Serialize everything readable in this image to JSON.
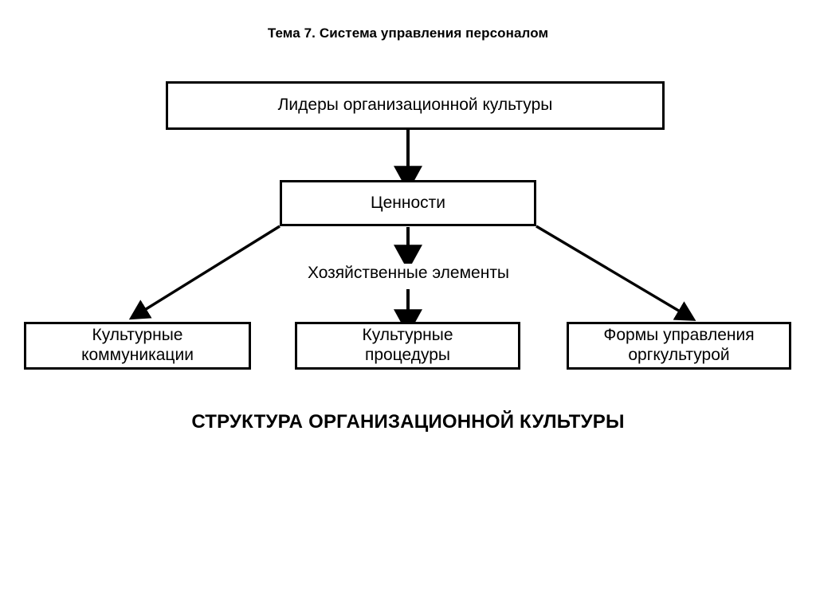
{
  "slide": {
    "title": "Тема 7. Система управления персоналом",
    "caption": "СТРУКТУРА ОРГАНИЗАЦИОННОЙ КУЛЬТУРЫ",
    "background_color": "#ffffff",
    "line_color": "#000000",
    "text_color": "#000000"
  },
  "diagram": {
    "nodes": [
      {
        "id": "leaders",
        "label": "Лидеры организационной культуры"
      },
      {
        "id": "values",
        "label": "Ценности"
      },
      {
        "id": "mid_label",
        "label": "Хозяйственные элементы"
      },
      {
        "id": "communications",
        "label": "Культурные\nкоммуникации"
      },
      {
        "id": "procedures",
        "label": "Культурные\nпроцедуры"
      },
      {
        "id": "forms",
        "label": "Формы управления\nоргкультурой"
      }
    ],
    "edges": [
      {
        "from": "leaders",
        "to": "values",
        "style": "vertical-arrow"
      },
      {
        "from": "values",
        "to": "mid_label",
        "style": "vertical-arrow"
      },
      {
        "from": "mid_label",
        "to": "procedures",
        "style": "vertical-arrow"
      },
      {
        "from": "values",
        "to": "communications",
        "style": "diagonal-arrow-left"
      },
      {
        "from": "values",
        "to": "forms",
        "style": "diagonal-arrow-right"
      }
    ]
  }
}
